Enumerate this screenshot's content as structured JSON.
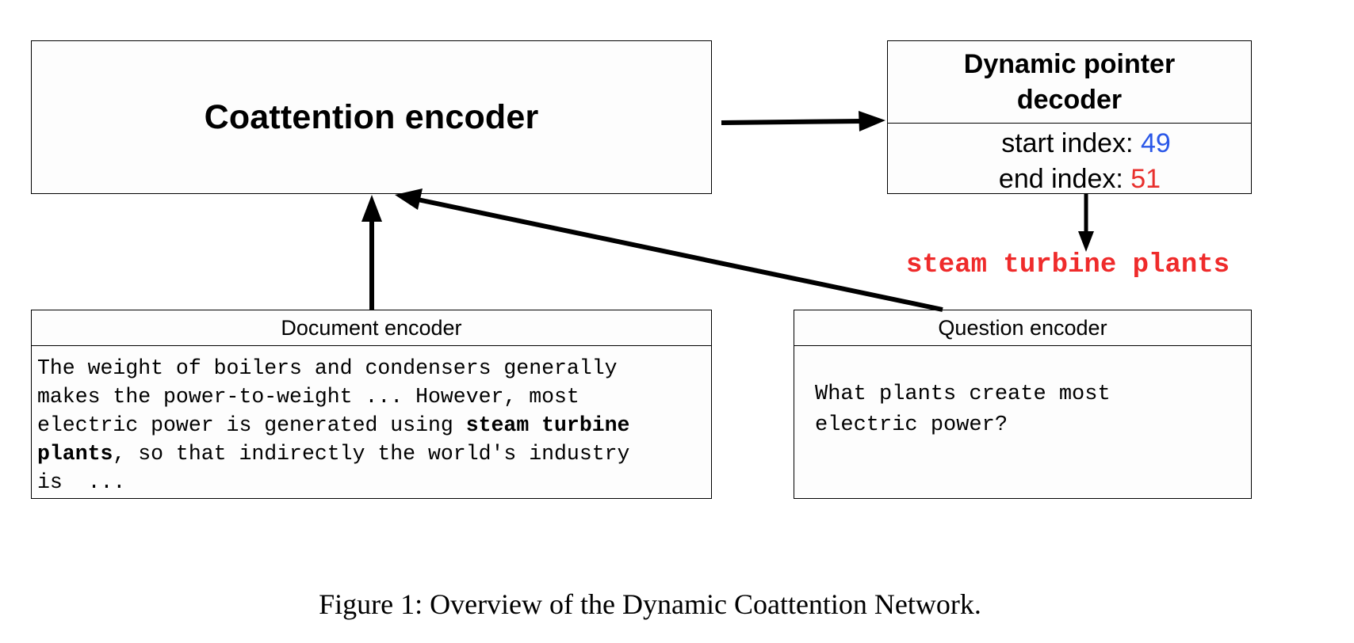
{
  "coattention_encoder": {
    "label": "Coattention encoder"
  },
  "decoder": {
    "title": "Dynamic pointer decoder",
    "start_label": "start index: ",
    "start_value": "49",
    "end_label": "end index: ",
    "end_value": "51",
    "start_color": "#2b58e8",
    "end_color": "#e8302d"
  },
  "answer": {
    "text": "steam turbine plants",
    "color": "#ef2b2b"
  },
  "document_encoder": {
    "label": "Document encoder",
    "line1": "The weight of boilers and condensers generally",
    "line2": "makes the power-to-weight ... However, most",
    "line3_prefix": "electric power is generated using ",
    "line3_bold": "steam turbine",
    "line4_bold": "plants",
    "line4_suffix": ", so that indirectly the world's industry",
    "line5": "is  ..."
  },
  "question_encoder": {
    "label": "Question encoder",
    "line1": "What plants create most",
    "line2": "electric power?"
  },
  "caption": "Figure 1: Overview of the Dynamic Coattention Network."
}
